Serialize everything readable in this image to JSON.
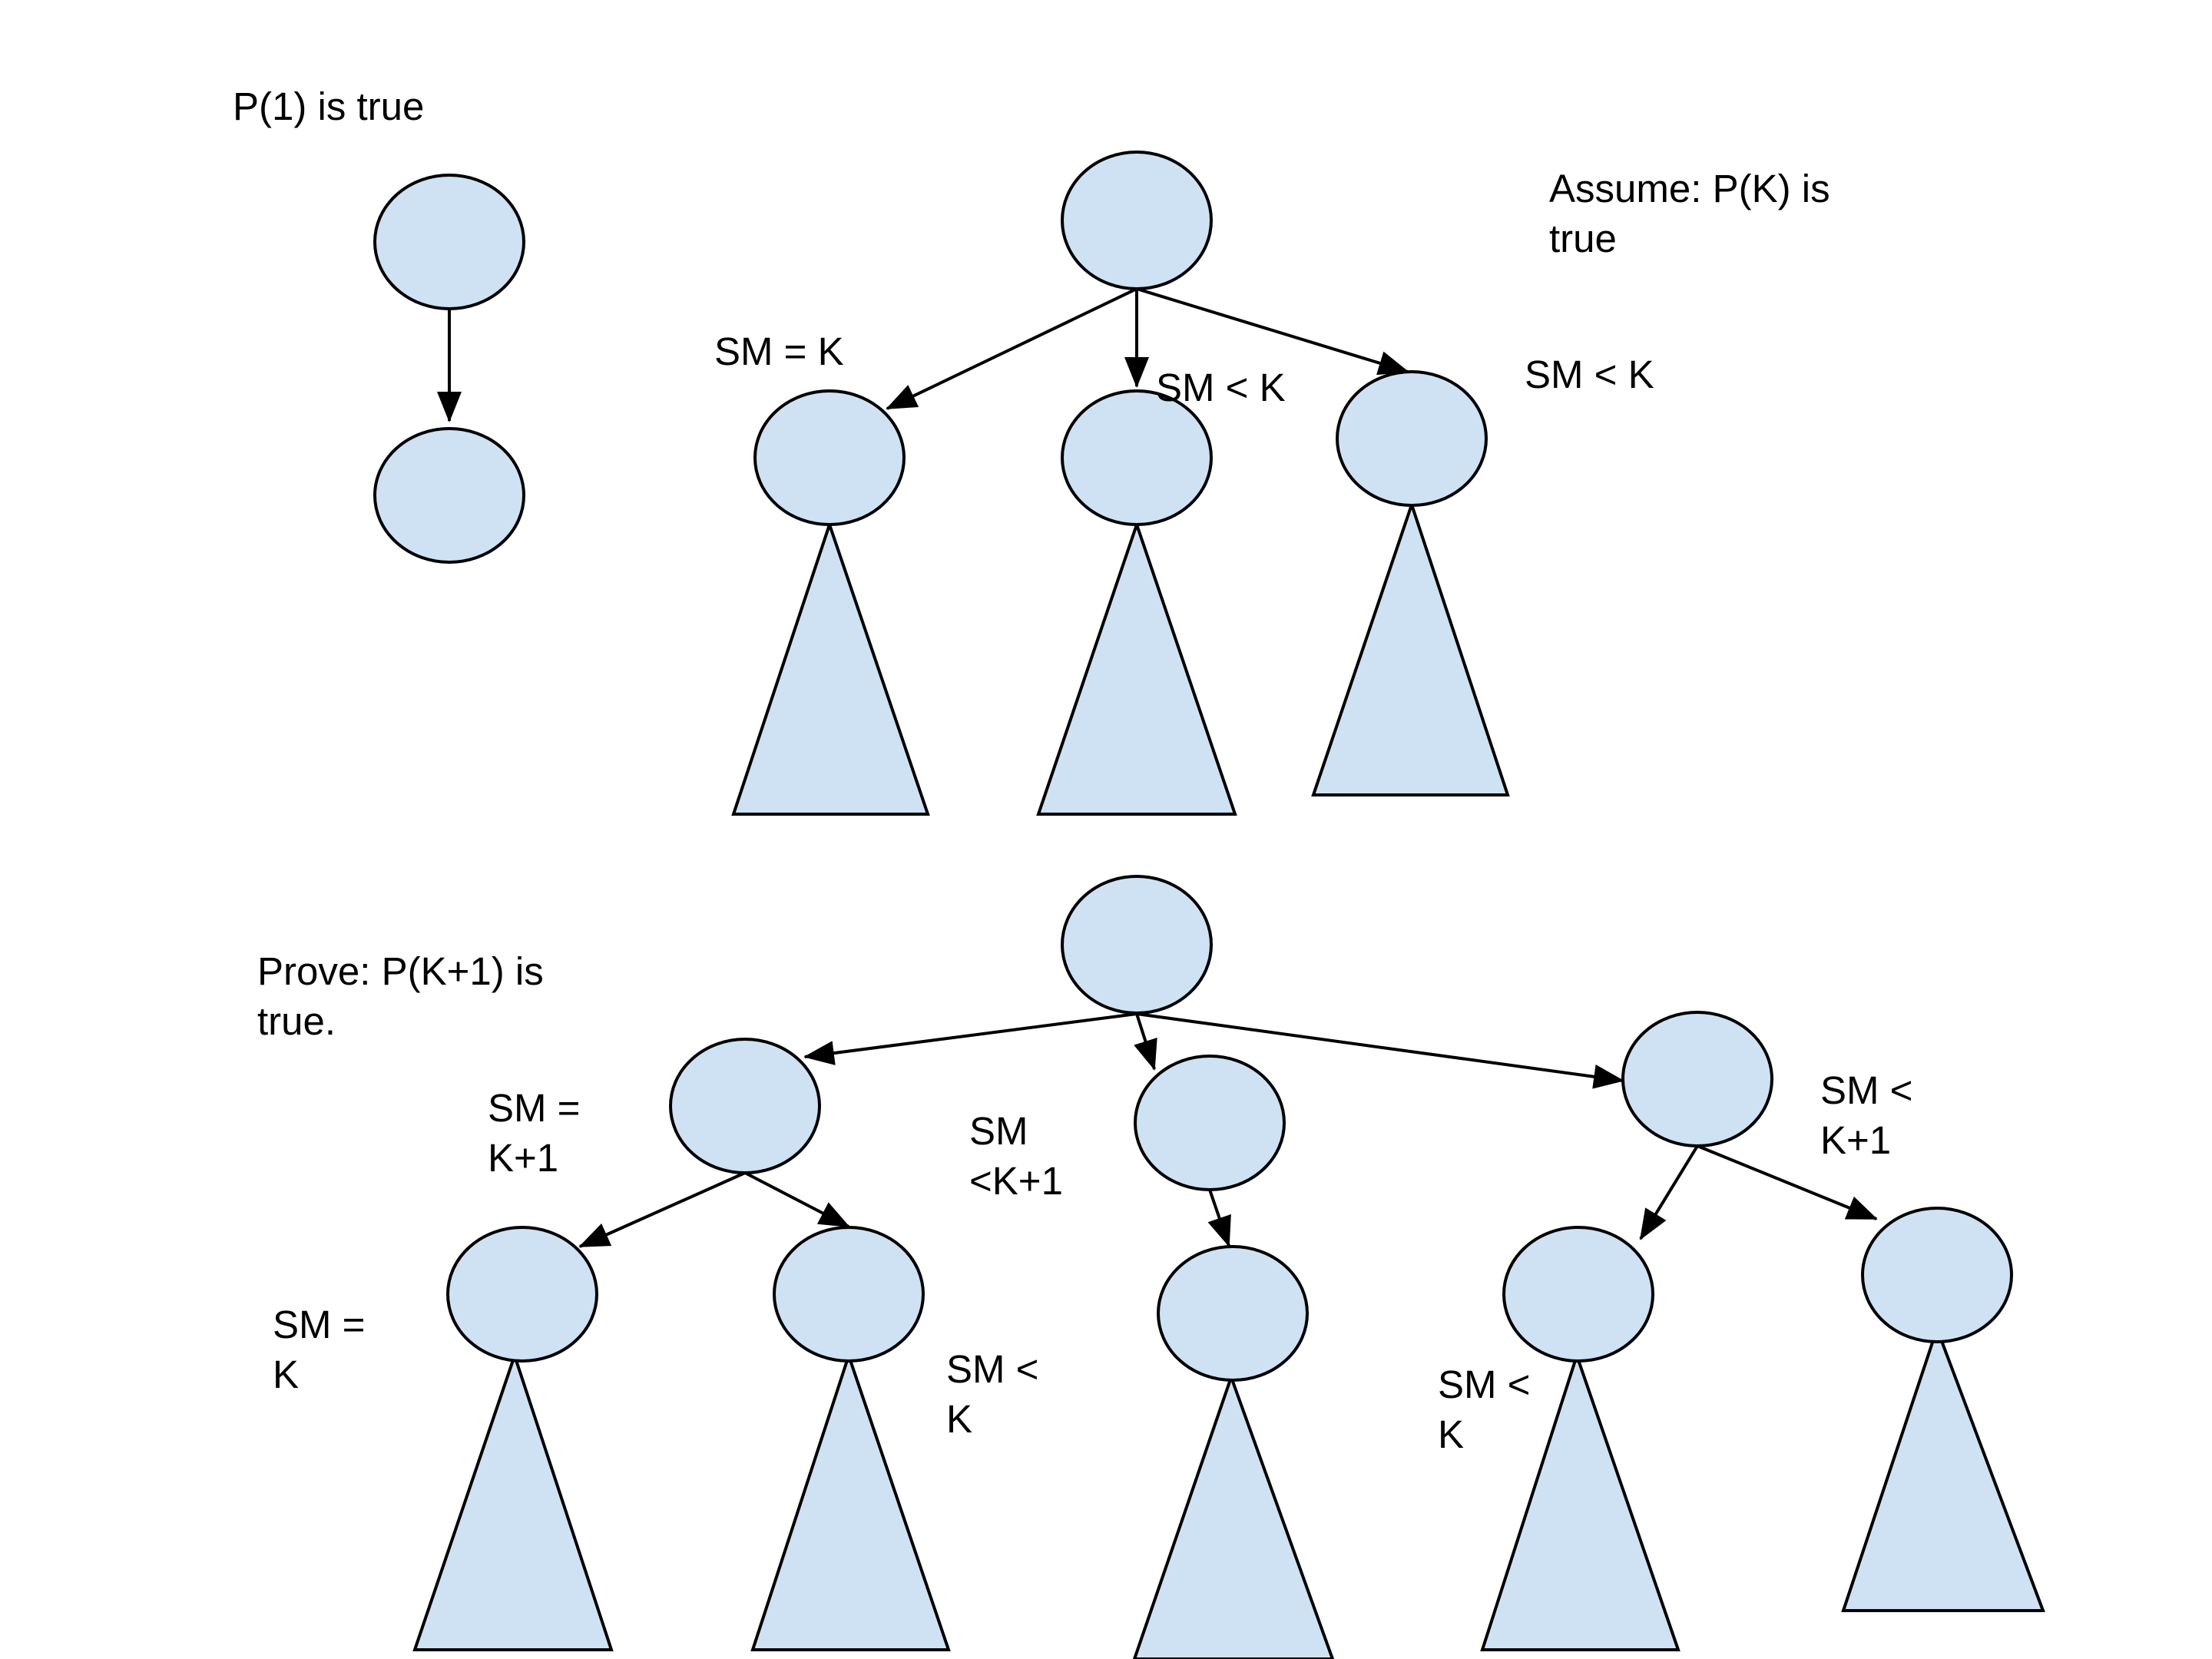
{
  "colors": {
    "fill": "#cfe2f3",
    "stroke": "#000000",
    "background": "#ffffff"
  },
  "base_case": {
    "title": "P(1) is true"
  },
  "hypothesis": {
    "title_line1": "Assume: P(K) is",
    "title_line2": "true",
    "left_edge": "SM = K",
    "middle_edge": "SM < K",
    "right_edge": "SM < K"
  },
  "step": {
    "title_line1": "Prove: P(K+1) is",
    "title_line2": "true.",
    "left_child": {
      "line1": "SM =",
      "line2": "K+1"
    },
    "middle_child": {
      "line1": "SM",
      "line2": "<K+1"
    },
    "right_child": {
      "line1": "SM <",
      "line2": "K+1"
    },
    "left_grandchild": {
      "line1": "SM =",
      "line2": "K"
    },
    "left_second_grandchild": {
      "line1": "SM <",
      "line2": "K"
    },
    "right_grandchild": {
      "line1": "SM <",
      "line2": "K"
    }
  }
}
